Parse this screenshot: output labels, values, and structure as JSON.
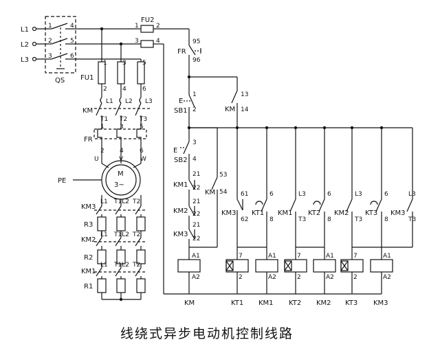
{
  "title": "线绕式异步电动机控制线路",
  "supply": {
    "l1": "L1",
    "l2": "L2",
    "l3": "L3"
  },
  "qs": {
    "label": "QS",
    "t1": "1",
    "t2": "2",
    "t3": "3",
    "t4": "4",
    "t5": "5",
    "t6": "6"
  },
  "fu2": {
    "label": "FU2",
    "t1": "1",
    "t2": "2",
    "t3": "3",
    "t4": "4"
  },
  "fu1": {
    "label": "FU1",
    "t1": "1",
    "t2": "2",
    "t3": "3",
    "t4": "4",
    "t5": "5",
    "t6": "6"
  },
  "phases": {
    "a": "L1",
    "b": "L2",
    "c": "L3",
    "ta": "T1",
    "tb": "T2",
    "tc": "T3"
  },
  "km_main": "KM",
  "fr_main": {
    "label": "FR",
    "t1": "1",
    "t2": "2",
    "t3": "3",
    "t4": "4",
    "t5": "5",
    "t6": "6"
  },
  "motor": {
    "u": "U",
    "v": "V",
    "w": "W",
    "m": "M",
    "phase": "3~",
    "pe": "PE"
  },
  "rotor": {
    "km3": "KM3",
    "km2": "KM2",
    "km1": "KM1",
    "r3": "R3",
    "r2": "R2",
    "r1": "R1",
    "sl1": "L1",
    "stl2": "T1L2",
    "st2": "T2"
  },
  "control": {
    "fr": "FR",
    "fr_a": "95",
    "fr_b": "96",
    "sb1": "SB1",
    "sb1_a": "1",
    "sb1_b": "2",
    "e1": "E",
    "sb2": "SB2",
    "sb2_a": "3",
    "sb2_b": "4",
    "e2": "E",
    "km_hold": "KM",
    "km_hold_a": "13",
    "km_hold_b": "14",
    "km_aux": "KM",
    "km_aux_a": "53",
    "km_aux_b": "54",
    "km1": "KM1",
    "km2": "KM2",
    "km3": "KM3",
    "n21": "21",
    "n22": "22",
    "a1": "A1",
    "a2": "A2",
    "km3_c": "KM3",
    "km3_a": "61",
    "km3_b": "62",
    "kt1": "KT1",
    "kt2": "KT2",
    "kt3": "KT3",
    "km1_c": "KM1",
    "km2_c": "KM2",
    "km3_c2": "KM3",
    "n6": "6",
    "n8": "8",
    "nl3": "L3",
    "nt3": "T3",
    "n7": "7",
    "n2": "2"
  },
  "coils": [
    "KM",
    "KT1",
    "KM1",
    "KT2",
    "KM2",
    "KT3",
    "KM3"
  ]
}
